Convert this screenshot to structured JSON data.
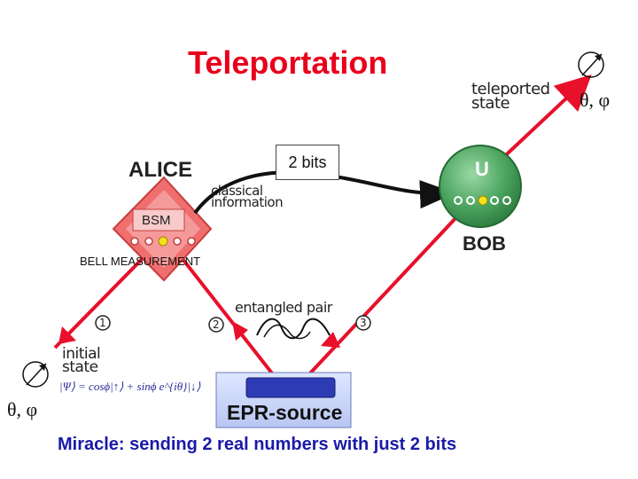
{
  "title": "Teleportation",
  "bits_box": "2 bits",
  "bell_measurement": "BELL MEASUREMENT",
  "caption": "Miracle: sending 2 real numbers with just 2 bits",
  "angles": "θ, φ",
  "labels": {
    "teleported_state": "teleported state",
    "alice": "ALICE",
    "bsm": "BSM",
    "classical_information": "classical information",
    "u": "U",
    "bob": "BOB",
    "entangled_pair": "entangled pair",
    "initial_state": "initial state",
    "epr_source": "EPR-source"
  },
  "markers": [
    "1",
    "2",
    "3"
  ],
  "formula": "|Ψ⟩ = cosϕ|↑⟩ + sinϕ e^{iθ}|↓⟩",
  "colors": {
    "title": "#e8001c",
    "beam": "#e8102a",
    "caption": "#1a1aa8",
    "alice_diamond": "#ef6f6f",
    "bob_sphere": "#2f9a4a",
    "epr_block": "#2d3bb5"
  }
}
